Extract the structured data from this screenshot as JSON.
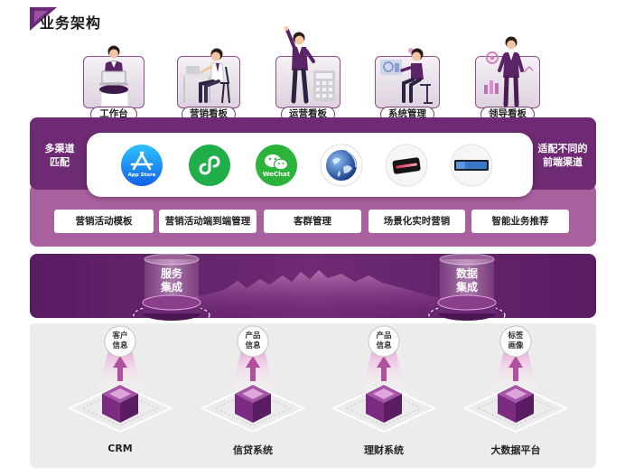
{
  "title": "业务架构",
  "roles": [
    {
      "label": "工作台"
    },
    {
      "label": "营销看板"
    },
    {
      "label": "运营看板"
    },
    {
      "label": "系统管理"
    },
    {
      "label": "领导看板"
    }
  ],
  "channels": {
    "left_label": {
      "line1": "多渠道",
      "line2": "匹配"
    },
    "right_label": {
      "line1": "适配不同的",
      "line2": "前端渠道"
    },
    "items": [
      {
        "icon": "app-store-icon",
        "text": "App Store"
      },
      {
        "icon": "mini-program-icon"
      },
      {
        "icon": "wechat-icon",
        "text": "WeChat"
      },
      {
        "icon": "globe-icon"
      },
      {
        "icon": "device-icon"
      },
      {
        "icon": "screen-icon"
      }
    ]
  },
  "functions": [
    "营销活动模板",
    "营销活动端到端管理",
    "客群管理",
    "场景化实时营销",
    "智能业务推荐"
  ],
  "integration": [
    {
      "line1": "服务",
      "line2": "集成"
    },
    {
      "line1": "数据",
      "line2": "集成"
    }
  ],
  "systems": [
    {
      "tag1": "客户",
      "tag2": "信息",
      "name": "CRM"
    },
    {
      "tag1": "产品",
      "tag2": "信息",
      "name": "信贷系统"
    },
    {
      "tag1": "产品",
      "tag2": "信息",
      "name": "理财系统"
    },
    {
      "tag1": "标签",
      "tag2": "画像",
      "name": "大数据平台"
    }
  ],
  "colors": {
    "primary": "#6e2a72",
    "band_light": "#a8609f",
    "band_dark": "#5a1d62",
    "panel": "#ececec"
  }
}
